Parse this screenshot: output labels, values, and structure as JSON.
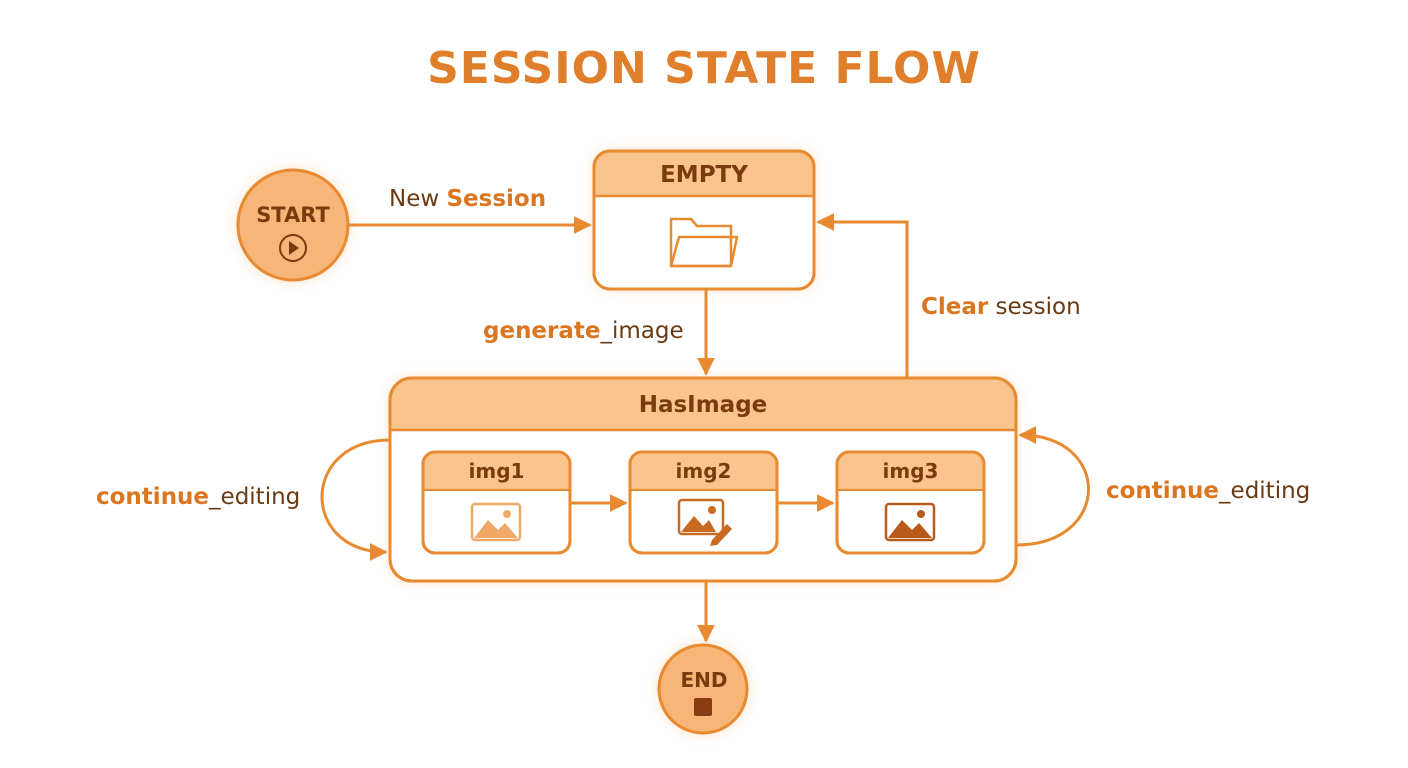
{
  "title": "SESSION STATE FLOW",
  "colors": {
    "accent": "#e88a2f",
    "header_fill": "#f9c48d",
    "circle_fill": "#f7b677",
    "text_dark": "#7a3c0f",
    "title": "#e07f2b",
    "end_square": "#8a3d12"
  },
  "nodes": {
    "start": {
      "label": "START",
      "icon": "play-icon"
    },
    "empty": {
      "label": "EMPTY",
      "icon": "folder-icon"
    },
    "hasimage": {
      "label": "HasImage",
      "images": [
        {
          "label": "img1",
          "icon": "image-icon"
        },
        {
          "label": "img2",
          "icon": "image-edit-icon"
        },
        {
          "label": "img3",
          "icon": "image-icon"
        }
      ]
    },
    "end": {
      "label": "END",
      "icon": "stop-icon"
    }
  },
  "edges": {
    "new_session": {
      "plain": "New ",
      "bold": "Session"
    },
    "generate_image": {
      "bold": "generate",
      "plain": "_image"
    },
    "clear_session": {
      "bold": "Clear",
      "plain": " session"
    },
    "continue_left": {
      "bold": "continue",
      "plain": "_editing"
    },
    "continue_right": {
      "bold": "continue",
      "plain": "_editing"
    }
  }
}
